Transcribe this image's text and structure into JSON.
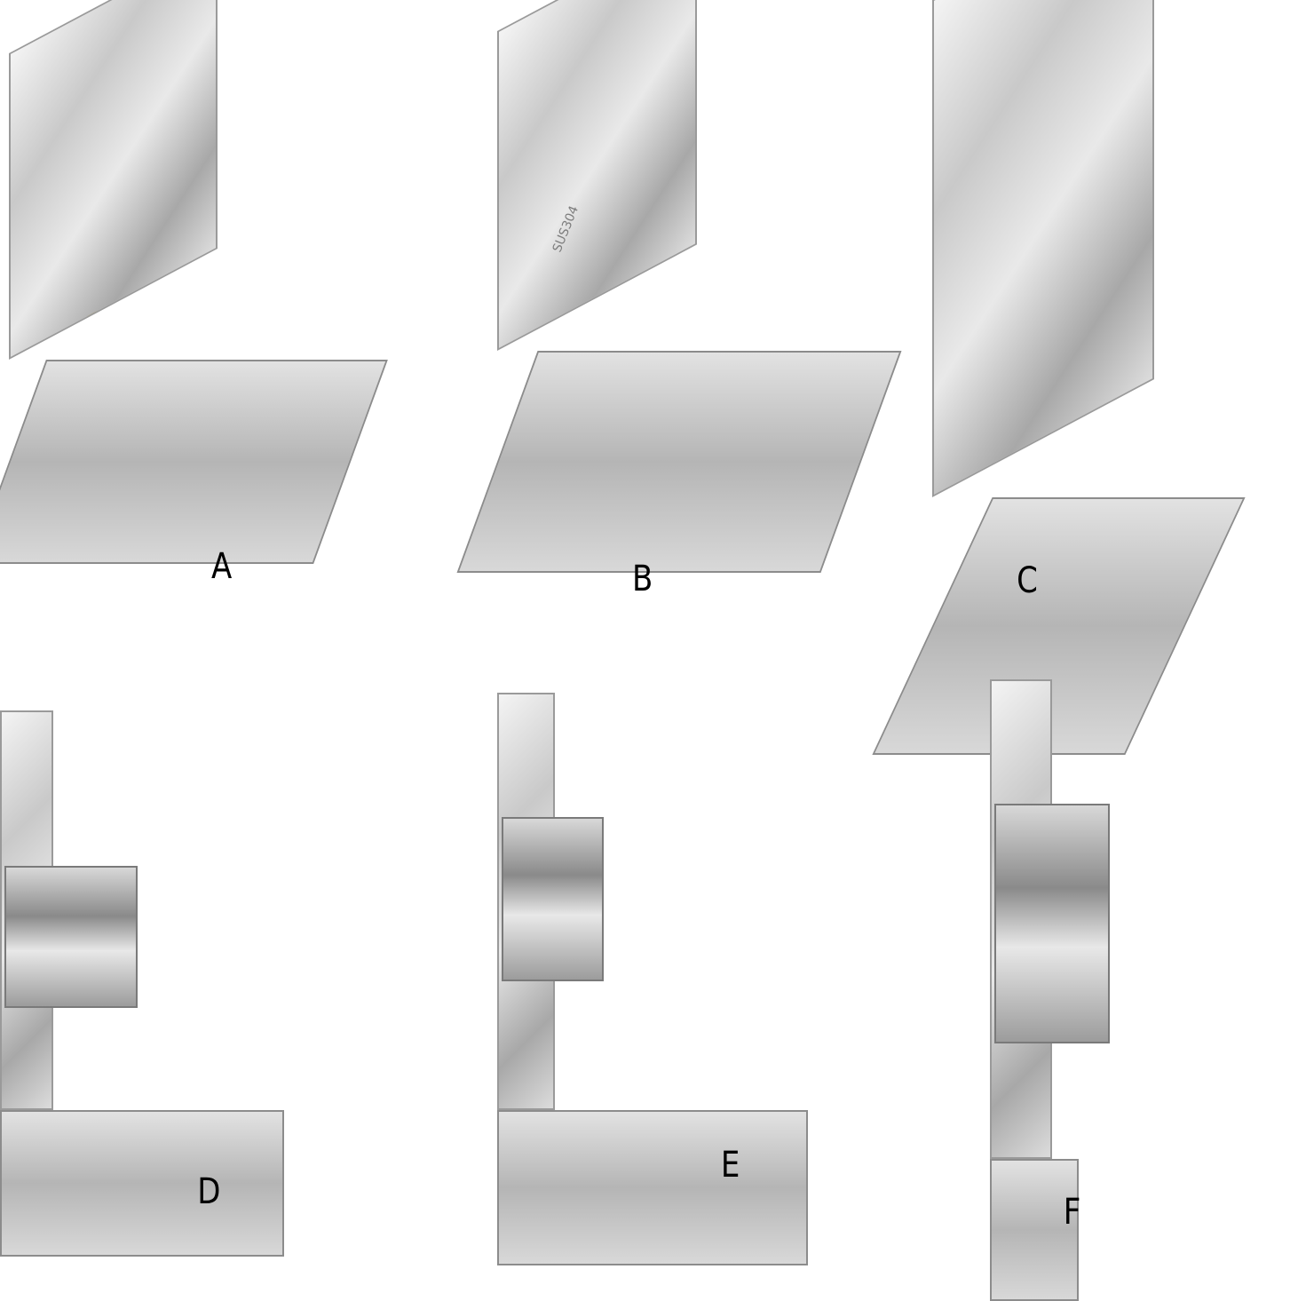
{
  "figure": {
    "type": "product-variant-collage",
    "subject": "stainless steel side-outlet floor drain grates",
    "background": "#ffffff",
    "accent_colors": {
      "gasket_yellow": "#ffe100",
      "steel_gray": "#c9c9c9"
    }
  },
  "panels": [
    {
      "id": "A",
      "label": "A",
      "view": "angled",
      "slot_style": "short rounded slots",
      "has_yellow_gasket": true,
      "engraving": ""
    },
    {
      "id": "B",
      "label": "B",
      "view": "angled",
      "slot_style": "mixed long/short slots",
      "has_yellow_gasket": true,
      "engraving": "SUS304"
    },
    {
      "id": "C",
      "label": "C",
      "view": "angled",
      "slot_style": "narrow vertical slots",
      "has_yellow_gasket": true,
      "engraving": ""
    },
    {
      "id": "D",
      "label": "D",
      "view": "side",
      "slot_style": "wide rectangular slots",
      "has_yellow_gasket": false,
      "engraving": ""
    },
    {
      "id": "E",
      "label": "E",
      "view": "side",
      "slot_style": "thin horizontal slots",
      "has_yellow_gasket": false,
      "engraving": ""
    },
    {
      "id": "F",
      "label": "F",
      "view": "side-narrow",
      "slot_style": "narrow vertical slots",
      "has_yellow_gasket": false,
      "engraving": ""
    }
  ]
}
